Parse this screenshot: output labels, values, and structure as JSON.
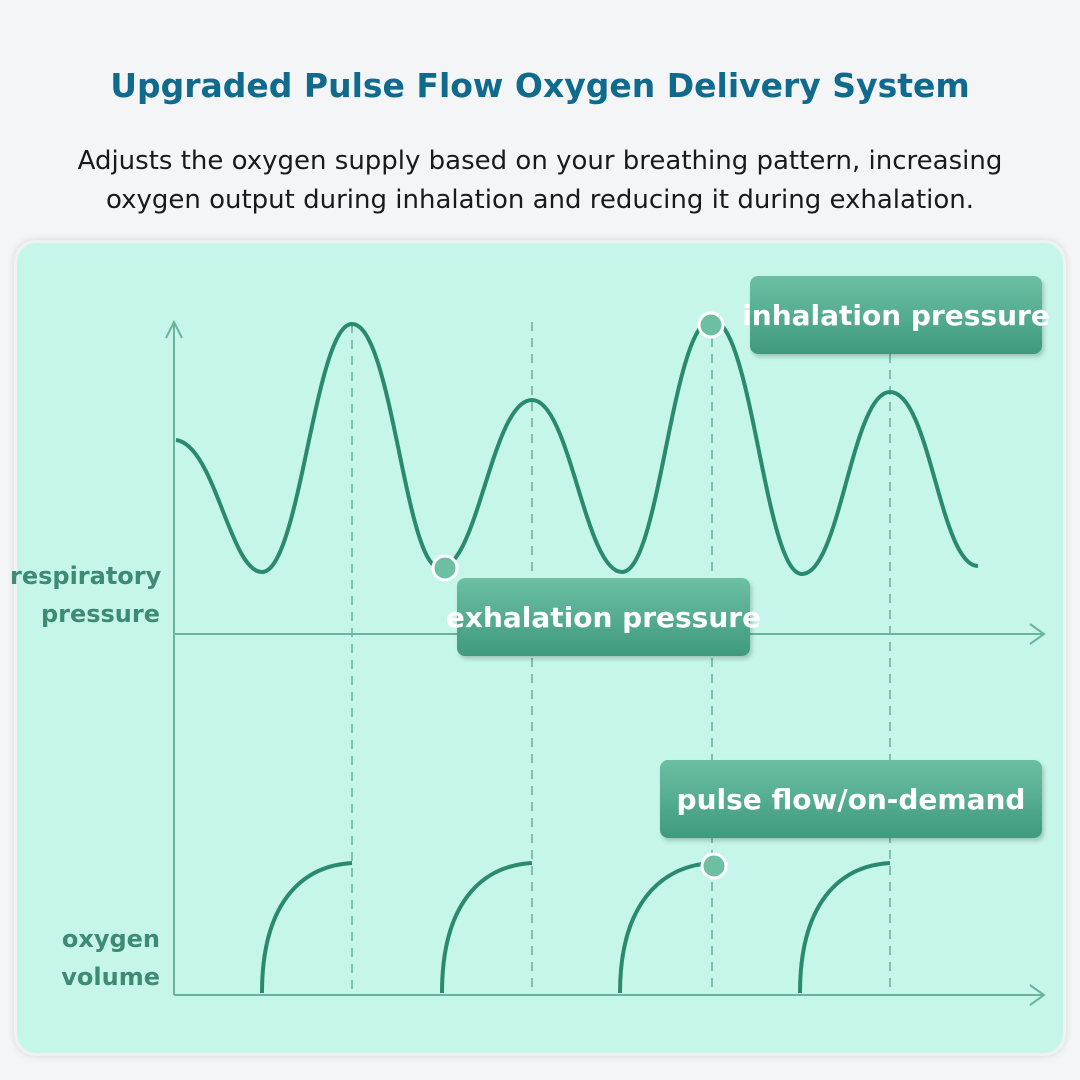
{
  "header": {
    "title": "Upgraded Pulse Flow Oxygen Delivery System",
    "subtitle": "Adjusts the oxygen supply based on your breathing pattern, increasing oxygen output during inhalation and reducing it during exhalation."
  },
  "diagram": {
    "y_label_top": [
      "respiratory",
      "pressure"
    ],
    "y_label_bottom": [
      "oxygen",
      "volume"
    ],
    "callouts": {
      "inhalation": "inhalation pressure",
      "exhalation": "exhalation pressure",
      "pulse": "pulse flow/on-demand"
    },
    "colors": {
      "background": "#c6f6ea",
      "line": "#2a8a6e",
      "axis": "#6bb49c"
    }
  }
}
